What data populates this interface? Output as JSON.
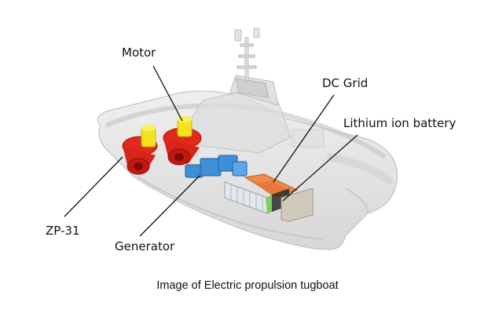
{
  "labels": {
    "motor": "Motor",
    "dc_grid": "DC Grid",
    "battery": "Lithium ion battery",
    "zp": "ZP-31",
    "generator": "Generator"
  },
  "caption": "Image of Electric propulsion tugboat",
  "colors": {
    "hull": "#d9d9d9",
    "motor": "#f4e221",
    "thruster": "#e02a1c",
    "generator": "#3d8fd6",
    "dc_grid": "#ee8a4a",
    "battery_strip": "#7fcf5a",
    "battery": "#cfcabb"
  }
}
